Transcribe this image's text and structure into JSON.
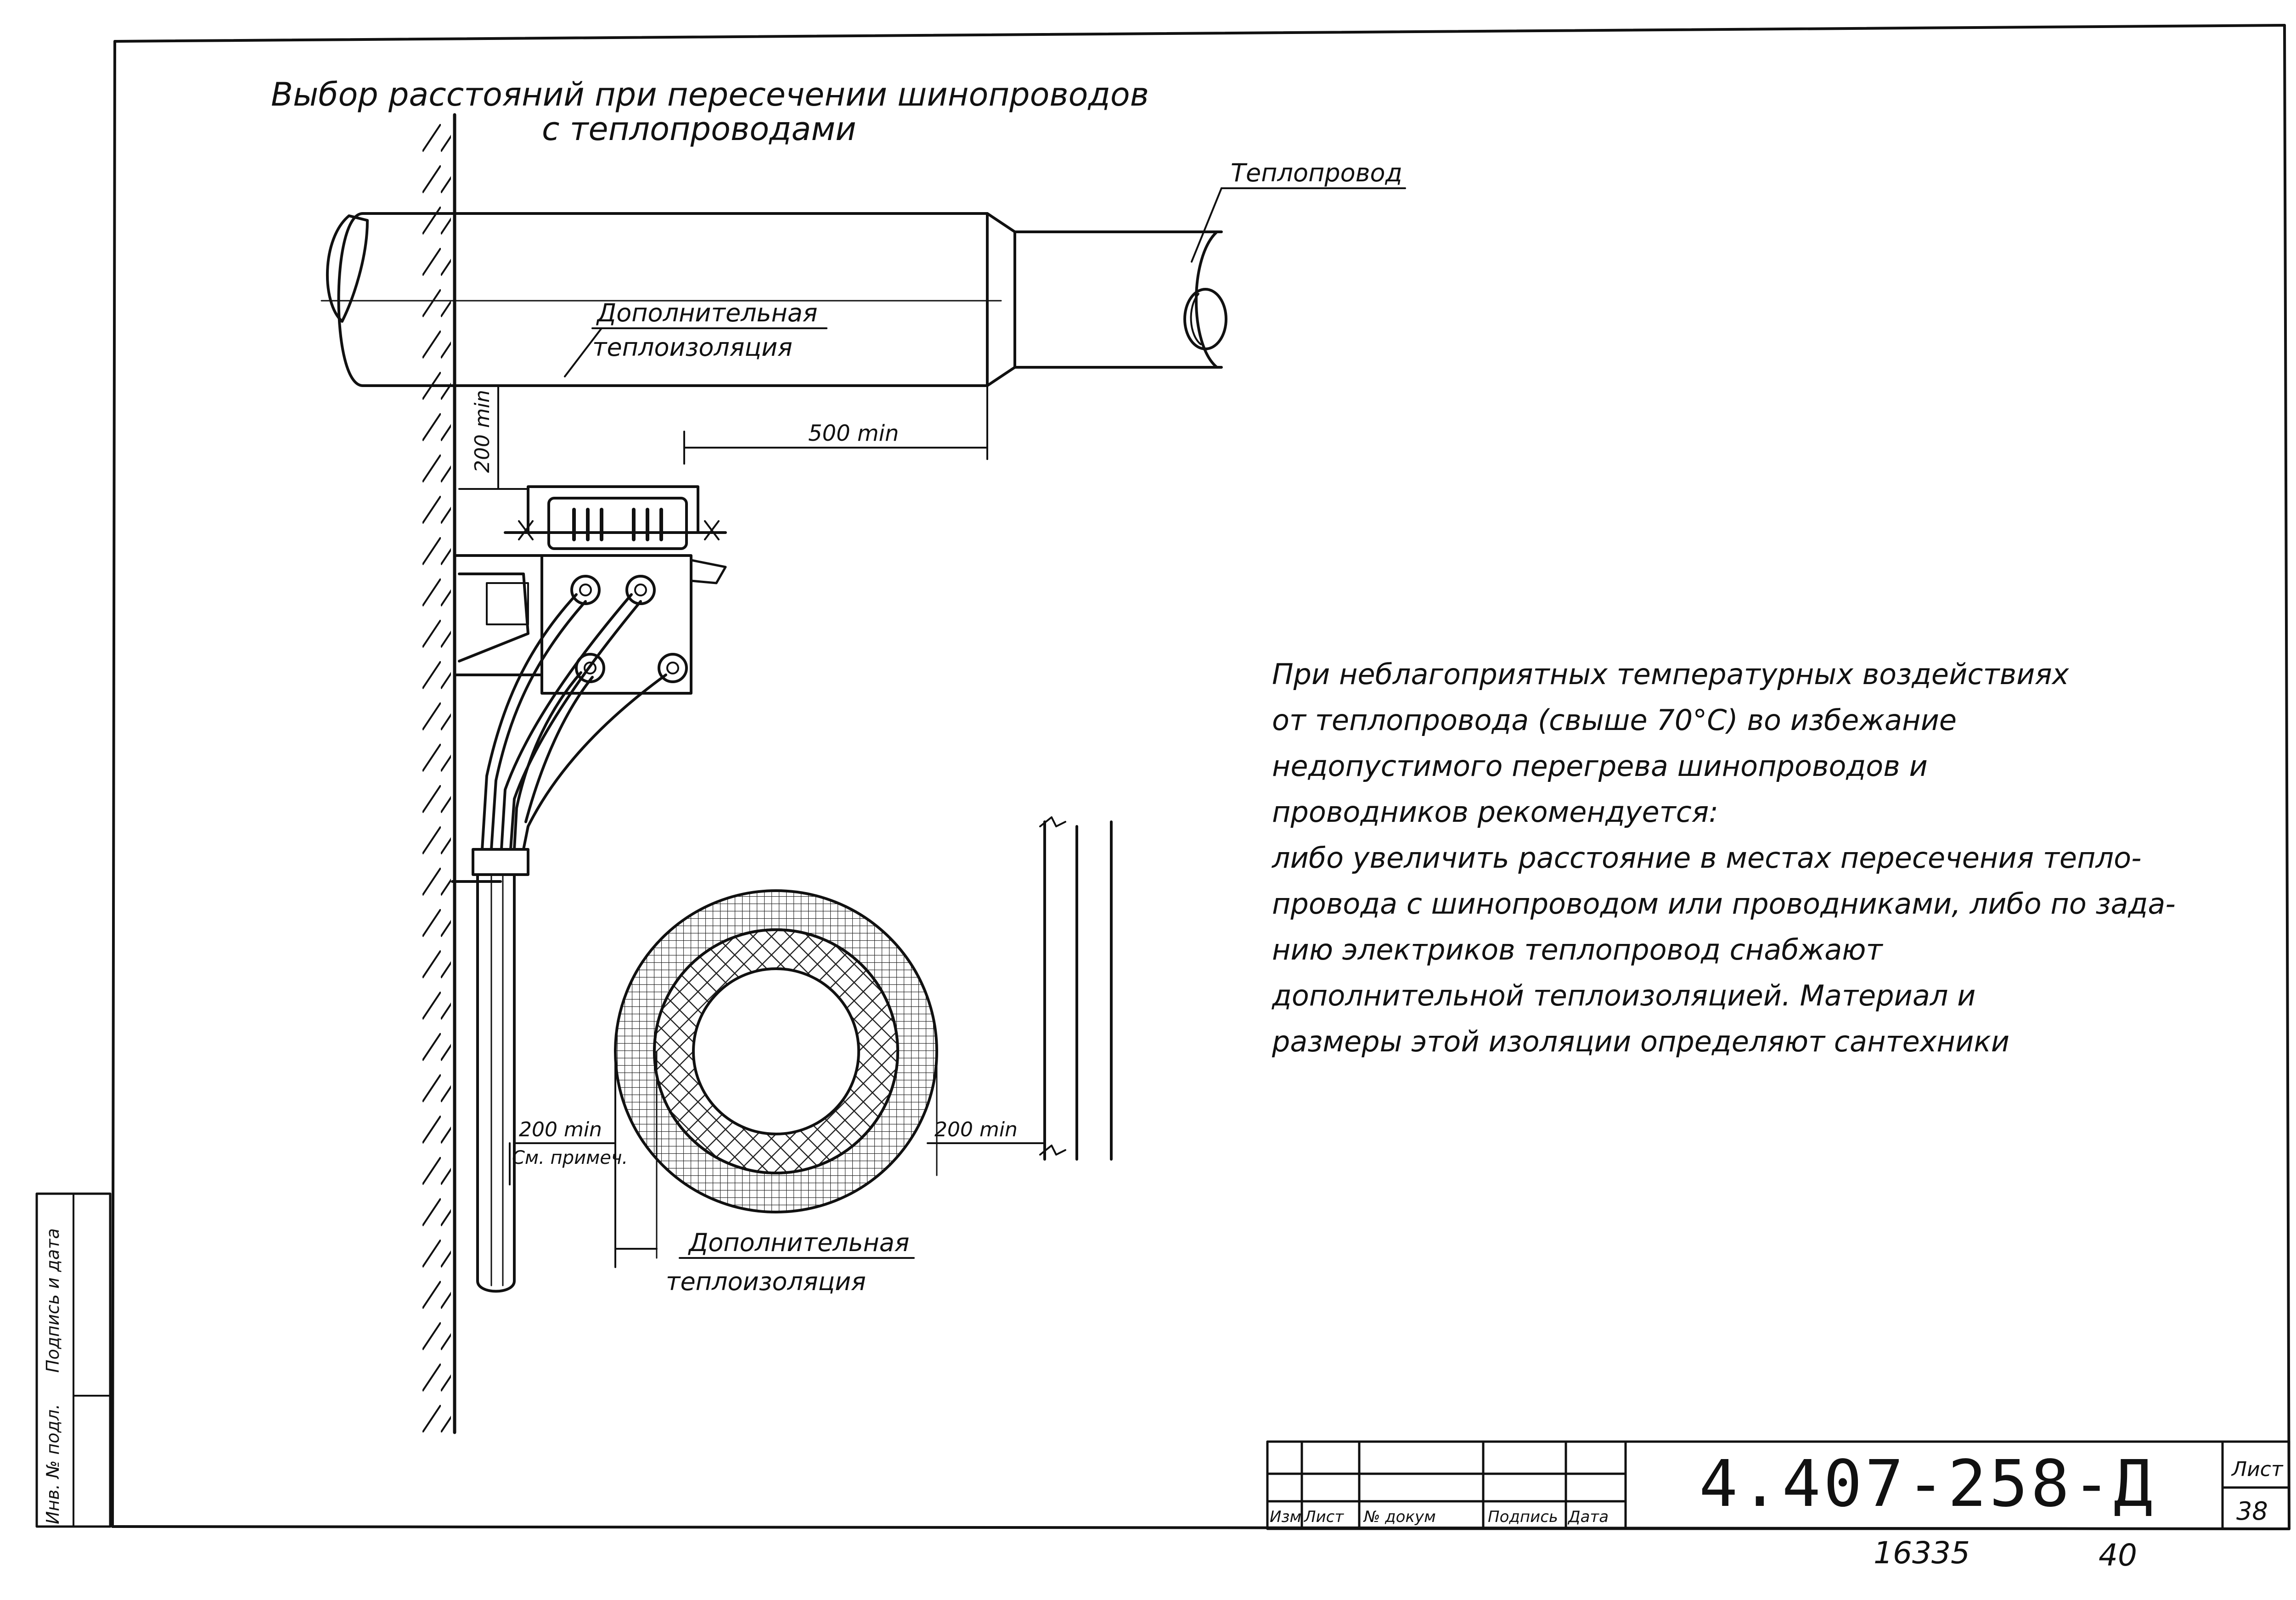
{
  "title": {
    "line1": "Выбор расстояний при пересечении шинопроводов",
    "line2": "с теплопроводами"
  },
  "labels": {
    "heat_pipe": "Теплопровод",
    "extra_insulation_top_1": "Дополнительная",
    "extra_insulation_top_2": "теплоизоляция",
    "dim_200_vertical": "200 min",
    "dim_500": "500 min",
    "dim_200_left": "200 min",
    "see_note": "См. примеч.",
    "dim_200_right": "200 min",
    "extra_insulation_bottom_1": "Дополнительная",
    "extra_insulation_bottom_2": "теплоизоляция"
  },
  "note": {
    "lines": [
      "При неблагоприятных температурных воздействиях",
      "от теплопровода (свыше 70°С) во избежание",
      "недопустимого перегрева шинопроводов и",
      "проводников рекомендуется:",
      "либо увеличить расстояние в местах пересечения тепло-",
      "провода с шинопроводом или проводниками, либо по зада-",
      "нию электриков теплопровод снабжают",
      "дополнительной теплоизоляцией. Материал и",
      "размеры этой изоляции определяют сантехники"
    ]
  },
  "side_stamp": {
    "text1": "Инв. № подл.",
    "text2": "Подпись и дата"
  },
  "title_block": {
    "columns": [
      "Изм",
      "Лист",
      "№ докум",
      "Подпись",
      "Дата"
    ],
    "document_code": "4.407-258-Д",
    "sheet_label": "Лист",
    "sheet_number": "38"
  },
  "footer": {
    "inventory": "16335",
    "page": "40"
  }
}
